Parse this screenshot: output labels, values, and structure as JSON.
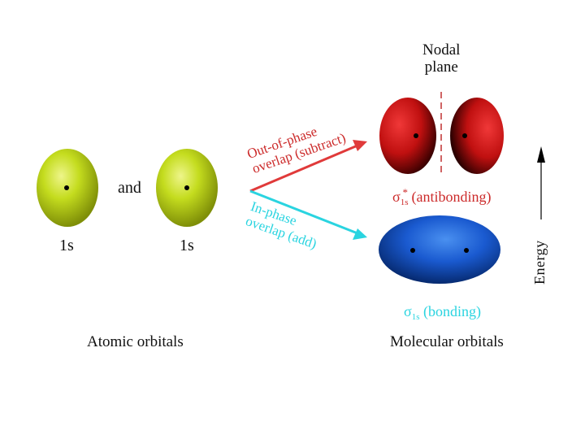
{
  "atomic": {
    "left_label": "1s",
    "right_label": "1s",
    "connector": "and",
    "section_title": "Atomic orbitals",
    "orbital_color": "#b8d41a"
  },
  "arrows": {
    "out_of_phase": {
      "line1": "Out-of-phase",
      "line2": "overlap (subtract)",
      "color": "#e03a3a"
    },
    "in_phase": {
      "line1": "In-phase",
      "line2": "overlap (add)",
      "color": "#2ad4e0"
    }
  },
  "molecular": {
    "nodal_line1": "Nodal",
    "nodal_line2": "plane",
    "antibonding": {
      "symbol": "σ",
      "subscript": "1s",
      "superscript": "*",
      "text": "(antibonding)",
      "color": "#cc2a2a",
      "orbital_color": "#c81414"
    },
    "bonding": {
      "symbol": "σ",
      "subscript": "1s",
      "text": "(bonding)",
      "color": "#2ad4e0",
      "orbital_color": "#1452c8"
    },
    "section_title": "Molecular orbitals"
  },
  "energy_axis": {
    "label": "Energy"
  }
}
